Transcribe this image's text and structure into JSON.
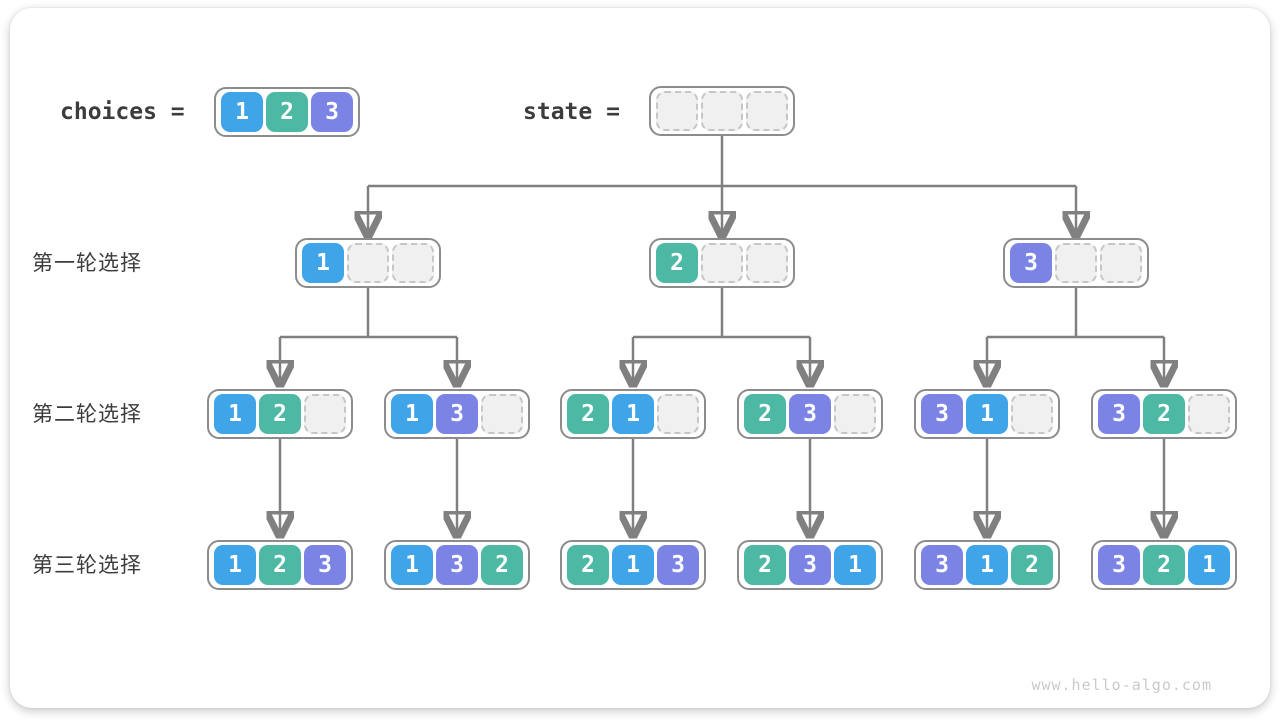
{
  "colors": {
    "value1": "#3fa4e8",
    "value2": "#4db8a4",
    "value3": "#7b84e4",
    "arrow": "#808080",
    "box-border": "#8c8c8c",
    "empty-bg": "#f0f0f0",
    "empty-border": "#c6c6c6",
    "label": "#3c3c3c",
    "watermark": "#cacaca"
  },
  "header": {
    "choices_label": "choices =",
    "choices_values": [
      "1",
      "2",
      "3"
    ],
    "state_label": "state =",
    "state_values": [
      null,
      null,
      null
    ]
  },
  "rows": [
    {
      "label": "第一轮选择",
      "nodes": [
        [
          "1",
          null,
          null
        ],
        [
          "2",
          null,
          null
        ],
        [
          "3",
          null,
          null
        ]
      ]
    },
    {
      "label": "第二轮选择",
      "nodes": [
        [
          "1",
          "2",
          null
        ],
        [
          "1",
          "3",
          null
        ],
        [
          "2",
          "1",
          null
        ],
        [
          "2",
          "3",
          null
        ],
        [
          "3",
          "1",
          null
        ],
        [
          "3",
          "2",
          null
        ]
      ]
    },
    {
      "label": "第三轮选择",
      "nodes": [
        [
          "1",
          "2",
          "3"
        ],
        [
          "1",
          "3",
          "2"
        ],
        [
          "2",
          "1",
          "3"
        ],
        [
          "2",
          "3",
          "1"
        ],
        [
          "3",
          "1",
          "2"
        ],
        [
          "3",
          "2",
          "1"
        ]
      ]
    }
  ],
  "watermark": "www.hello-algo.com"
}
